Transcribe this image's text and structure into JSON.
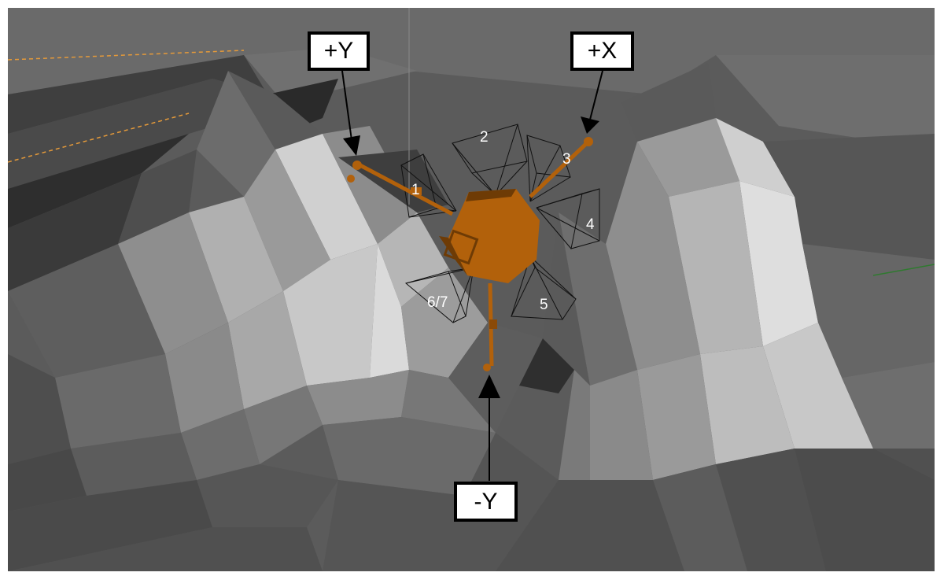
{
  "axis_labels": {
    "plus_y": "+Y",
    "plus_x": "+X",
    "minus_y": "-Y"
  },
  "sensor_labels": [
    "1",
    "2",
    "3",
    "4",
    "5",
    "6/7"
  ],
  "colors": {
    "spacecraft": "#b2610b",
    "terrain_dark": "#3c3c3c",
    "terrain_light": "#d6d6d6",
    "dashed_line": "#e59a3a",
    "green_axis": "#2f7a2f"
  }
}
